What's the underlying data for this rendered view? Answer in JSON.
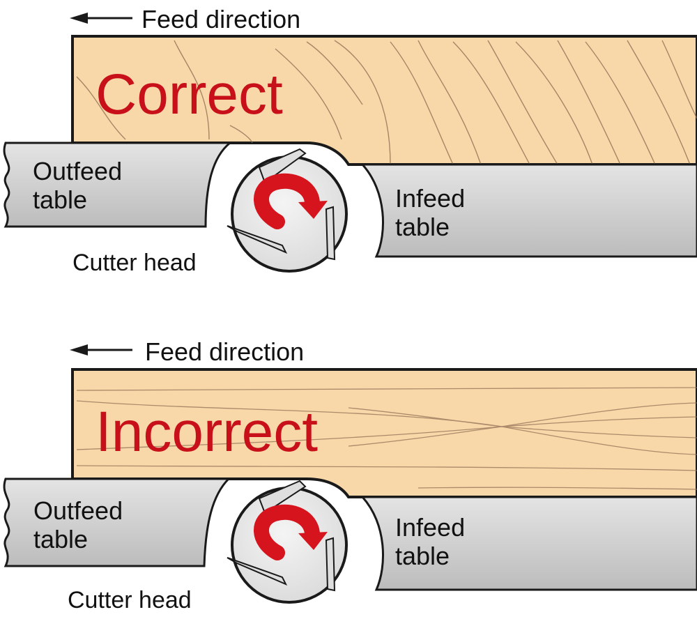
{
  "panels": [
    {
      "id": "correct",
      "feed_label": "Feed direction",
      "verdict": "Correct",
      "outfeed_label": [
        "Outfeed",
        "table"
      ],
      "infeed_label": [
        "Infeed",
        "table"
      ],
      "cutter_label": "Cutter head"
    },
    {
      "id": "incorrect",
      "feed_label": "Feed direction",
      "verdict": "Incorrect",
      "outfeed_label": [
        "Outfeed",
        "table"
      ],
      "infeed_label": [
        "Infeed",
        "table"
      ],
      "cutter_label": "Cutter head"
    }
  ],
  "colors": {
    "wood": "#f8d8a8",
    "wood_grain": "#8a6a50",
    "table": "#d0d0d0",
    "outline": "#1a1a1a",
    "cutter": "#ececec",
    "knife": "#dedede",
    "arrow": "#d6141e",
    "verdict": "#c8101a"
  }
}
